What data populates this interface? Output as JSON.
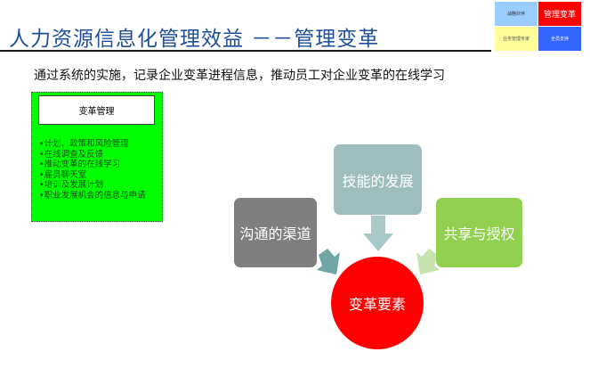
{
  "header": {
    "title": "人力资源信息化管理效益 －－管理变革"
  },
  "grid": [
    {
      "label": "战略伙伴",
      "color": "#99ccff"
    },
    {
      "label": "管理变革",
      "color": "#ff0000"
    },
    {
      "label": "业务管理专家",
      "color": "#ffff99"
    },
    {
      "label": "全员支持",
      "color": "#3366ff"
    }
  ],
  "subtitle": "通过系统的实施，记录企业变革进程信息，推动员工对企业变革的在线学习",
  "panel": {
    "title": "变革管理",
    "items": [
      "•计划、政策和风险管理",
      "•在线调查及反馈",
      "•推动变革的在线学习",
      "•雇员聊天室",
      "•培训及发展计划",
      "•职业发展机会的信息与申请"
    ]
  },
  "diagram": {
    "left": "沟通的渠道",
    "top": "技能的发展",
    "right": "共享与授权",
    "center": "变革要素"
  }
}
